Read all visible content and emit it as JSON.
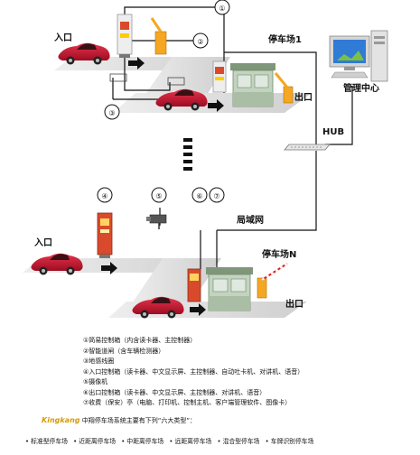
{
  "labels": {
    "entrance_top": "入口",
    "exit_top": "出口",
    "parking_1": "停车场1",
    "management_center": "管理中心",
    "hub": "HUB",
    "lan": "局域网",
    "entrance_bottom": "入口",
    "exit_bottom": "出口",
    "parking_n": "停车场N"
  },
  "markers": {
    "m1": "①",
    "m2": "②",
    "m3": "③",
    "m4": "④",
    "m5": "⑤",
    "m6": "⑥",
    "m7": "⑦"
  },
  "legend": [
    "①简易控制箱（内含读卡器、主控制器）",
    "②智能道闸（含车辆检测器）",
    "③地感线圈",
    "④入口控制箱（读卡器、中文显示屏、主控制器、自动吐卡机、对讲机、语音）",
    "⑤摄像机",
    "⑥出口控制箱（读卡器、中文显示屏、主控制器、对讲机、语音）",
    "⑦收费（保安）亭（电脑、打印机、控制主机、客户端管理软件、图像卡）"
  ],
  "footer": {
    "brand": "Kingkang",
    "text": " 中翔停车场系统主要有下列“六大类型”："
  },
  "types": [
    "• 标准型停车场",
    "• 近距离停车场",
    "• 中距离停车场",
    "• 远距离停车场",
    "• 混合型停车场",
    "• 车牌识别停车场"
  ],
  "colors": {
    "road": "#d6d6d6",
    "car": "#c8102e",
    "gate_arm": "#f5a623",
    "booth_green": "#9fb89a",
    "link": "#111111",
    "brand": "#d89a00"
  }
}
